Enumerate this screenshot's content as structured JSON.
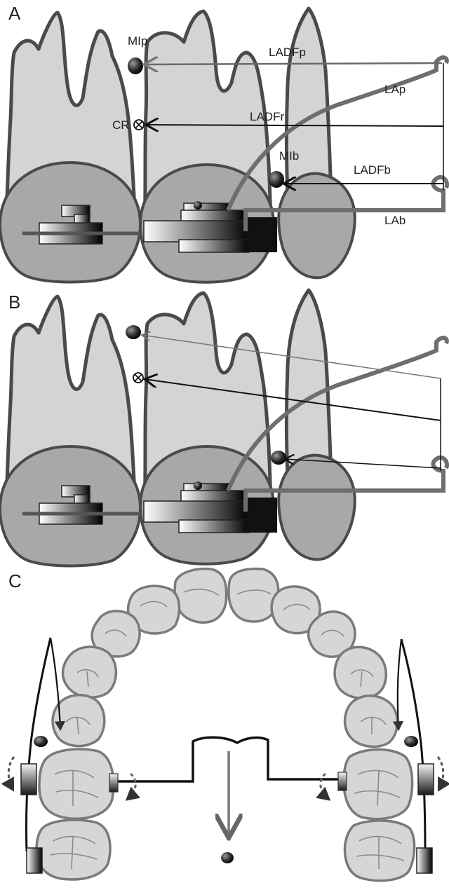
{
  "panels": {
    "a": {
      "letter": "A"
    },
    "b": {
      "letter": "B"
    },
    "c": {
      "letter": "C"
    }
  },
  "labels": {
    "mip": "MIp",
    "ladfp": "LADFp",
    "lap": "LAp",
    "cr": "CR",
    "ladfr": "LADFr",
    "mib": "MIb",
    "ladfb": "LADFb",
    "lab": "LAb"
  },
  "colors": {
    "tooth_fill": "#d4d4d4",
    "crown_fill": "#a8a8a8",
    "outline": "#4a4a4a",
    "archwire": "#6e6e6e",
    "force_line": "#111111"
  },
  "icons": {
    "mini_implant": "black-sphere",
    "center_of_resistance": "circled-x",
    "bracket": "gradient-rectangle",
    "force_arrow": "arrowhead"
  }
}
